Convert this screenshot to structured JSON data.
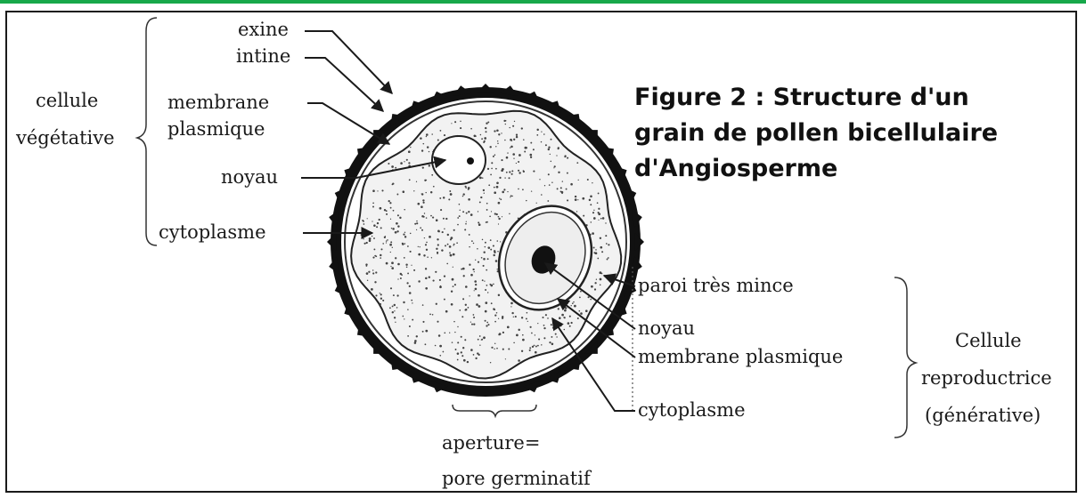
{
  "colors": {
    "accent_bar": "#17a84a",
    "ink": "#1a1a1a",
    "cytoplasm": "#f2f2f2"
  },
  "title": {
    "line1": "Figure 2 : Structure d'un",
    "line2": "grain de pollen bicellulaire",
    "line3": "d'Angiosperme"
  },
  "labels": {
    "exine": "exine",
    "intine": "intine",
    "membrane_line1": "membrane",
    "membrane_line2": "plasmique",
    "noyau_vegetatif": "noyau",
    "cytoplasme_vegetatif": "cytoplasme",
    "cellule_vegetative_line1": "cellule",
    "cellule_vegetative_line2": "végétative",
    "paroi": "paroi très mince",
    "noyau_generatif": "noyau",
    "membrane_generative": "membrane plasmique",
    "cytoplasme_generatif": "cytoplasme",
    "cellule_repro_line1": "Cellule",
    "cellule_repro_line2": "reproductrice",
    "cellule_repro_line3": "(générative)",
    "aperture_line1": "aperture=",
    "aperture_line2": "pore germinatif"
  }
}
